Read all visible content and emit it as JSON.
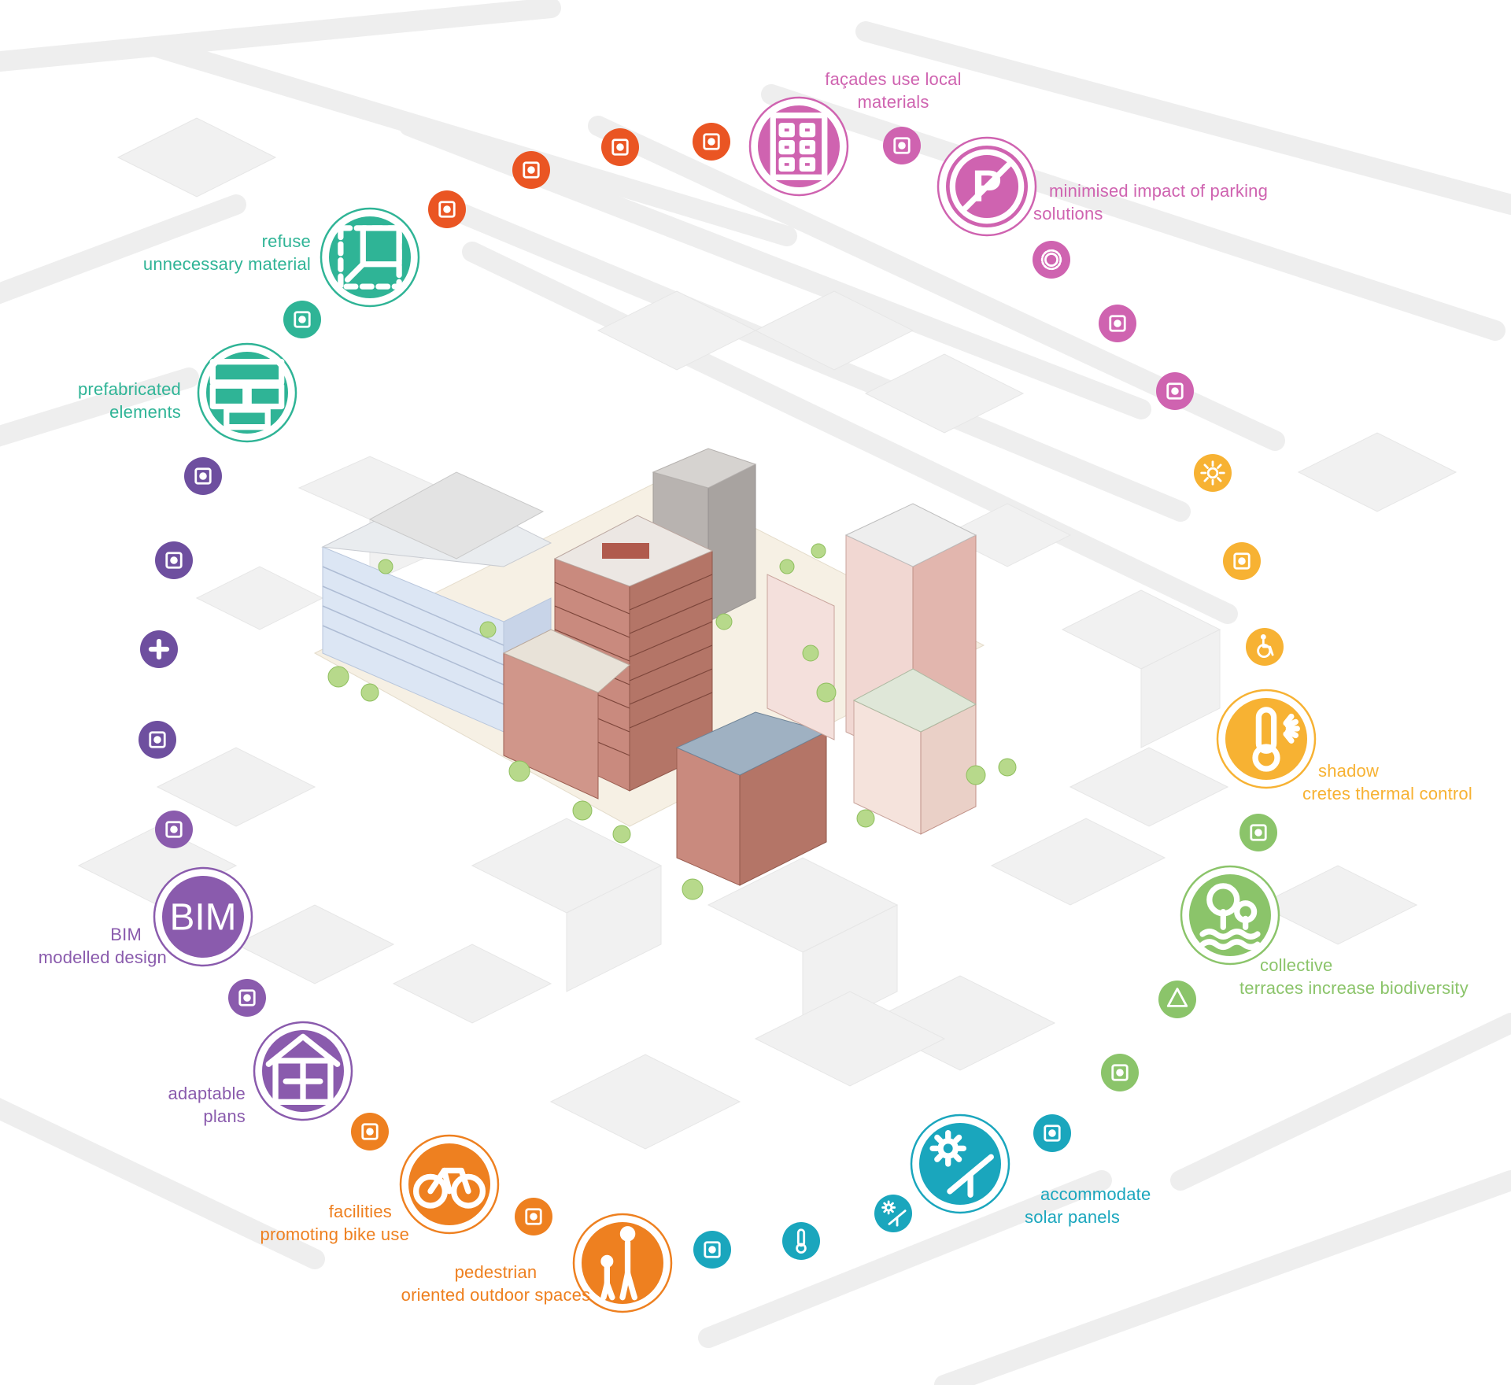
{
  "palette": {
    "pink": "#cf63b0",
    "red": "#ea5523",
    "teal": "#2fb496",
    "purple": "#8a5bad",
    "violet": "#6e4f9f",
    "orange": "#ee8020",
    "blue": "#1aa6bd",
    "green": "#8bc46a",
    "yellow": "#f7b233"
  },
  "features": [
    {
      "id": "facades",
      "icon": "building-icon",
      "color": "#cf63b0",
      "size": "large",
      "label": [
        "façades use local",
        "materials"
      ]
    },
    {
      "id": "parking",
      "icon": "no-parking-icon",
      "color": "#cf63b0",
      "size": "large",
      "label": [
        "minimised impact of parking",
        "solutions"
      ]
    },
    {
      "id": "refuse",
      "icon": "resize-frame-icon",
      "color": "#2fb496",
      "size": "large",
      "label": [
        "refuse",
        "unnecessary material"
      ]
    },
    {
      "id": "prefab",
      "icon": "prefab-blocks-icon",
      "color": "#2fb496",
      "size": "large",
      "label": [
        "prefabricated",
        "elements"
      ]
    },
    {
      "id": "bim",
      "icon": "bim-icon",
      "color": "#8a5bad",
      "size": "large",
      "text": "BIM",
      "label": [
        "BIM",
        "modelled design"
      ]
    },
    {
      "id": "adaptable",
      "icon": "adaptable-house-icon",
      "color": "#8a5bad",
      "size": "large",
      "label": [
        "adaptable",
        "plans"
      ]
    },
    {
      "id": "bike",
      "icon": "bicycle-icon",
      "color": "#ee8020",
      "size": "large",
      "label": [
        "facilities",
        "promoting bike use"
      ]
    },
    {
      "id": "pedestrian",
      "icon": "pedestrian-icon",
      "color": "#ee8020",
      "size": "large",
      "label": [
        "pedestrian",
        "oriented outdoor spaces"
      ]
    },
    {
      "id": "solar",
      "icon": "solar-panel-icon",
      "color": "#1aa6bd",
      "size": "large",
      "label": [
        "accommodate",
        "solar panels"
      ]
    },
    {
      "id": "biodiversity",
      "icon": "trees-water-icon",
      "color": "#8bc46a",
      "size": "large",
      "label": [
        "collective",
        "terraces increase  biodiversity"
      ]
    },
    {
      "id": "shadow",
      "icon": "thermometer-sun-icon",
      "color": "#f7b233",
      "size": "large",
      "label": [
        "shadow",
        "cretes thermal control"
      ]
    }
  ],
  "small_icons": [
    {
      "id": "community-arrows",
      "icon": "community-arrows-icon",
      "color": "#ea5523"
    },
    {
      "id": "home-heart",
      "icon": "home-heart-icon",
      "color": "#ea5523"
    },
    {
      "id": "group-circle",
      "icon": "group-circle-icon",
      "color": "#ea5523"
    },
    {
      "id": "house-gift",
      "icon": "house-gift-icon",
      "color": "#ea5523"
    },
    {
      "id": "enter",
      "icon": "enter-icon",
      "color": "#cf63b0"
    },
    {
      "id": "ring",
      "icon": "ring-icon",
      "color": "#cf63b0"
    },
    {
      "id": "route",
      "icon": "route-icon",
      "color": "#cf63b0"
    },
    {
      "id": "column",
      "icon": "column-icon",
      "color": "#cf63b0"
    },
    {
      "id": "sun",
      "icon": "sun-icon",
      "color": "#f7b233"
    },
    {
      "id": "sign",
      "icon": "signpost-icon",
      "color": "#f7b233"
    },
    {
      "id": "wheelchair",
      "icon": "wheelchair-icon",
      "color": "#f7b233"
    },
    {
      "id": "green-facade",
      "icon": "green-facade-icon",
      "color": "#8bc46a"
    },
    {
      "id": "recycle",
      "icon": "recycle-icon",
      "color": "#8bc46a"
    },
    {
      "id": "rain",
      "icon": "rain-collect-icon",
      "color": "#8bc46a"
    },
    {
      "id": "compass",
      "icon": "compass-icon",
      "color": "#1aa6bd"
    },
    {
      "id": "solar-small",
      "icon": "solar-small-icon",
      "color": "#1aa6bd"
    },
    {
      "id": "thermo",
      "icon": "thermometer-icon",
      "color": "#1aa6bd"
    },
    {
      "id": "frame-small",
      "icon": "frame-small-icon",
      "color": "#1aa6bd"
    },
    {
      "id": "stairs",
      "icon": "stairs-walker-icon",
      "color": "#ee8020"
    },
    {
      "id": "hiker",
      "icon": "hiker-icon",
      "color": "#ee8020"
    },
    {
      "id": "bricks",
      "icon": "bricks-icon",
      "color": "#8a5bad"
    },
    {
      "id": "mesh",
      "icon": "mesh-icon",
      "color": "#8a5bad"
    },
    {
      "id": "people-heart",
      "icon": "people-heart-icon",
      "color": "#6e4f9f"
    },
    {
      "id": "plus",
      "icon": "plus-icon",
      "color": "#6e4f9f"
    },
    {
      "id": "ai",
      "icon": "ai-board-icon",
      "color": "#6e4f9f"
    },
    {
      "id": "crane-people",
      "icon": "crane-people-icon",
      "color": "#6e4f9f"
    },
    {
      "id": "house-arrows",
      "icon": "house-arrows-icon",
      "color": "#2fb496"
    }
  ]
}
